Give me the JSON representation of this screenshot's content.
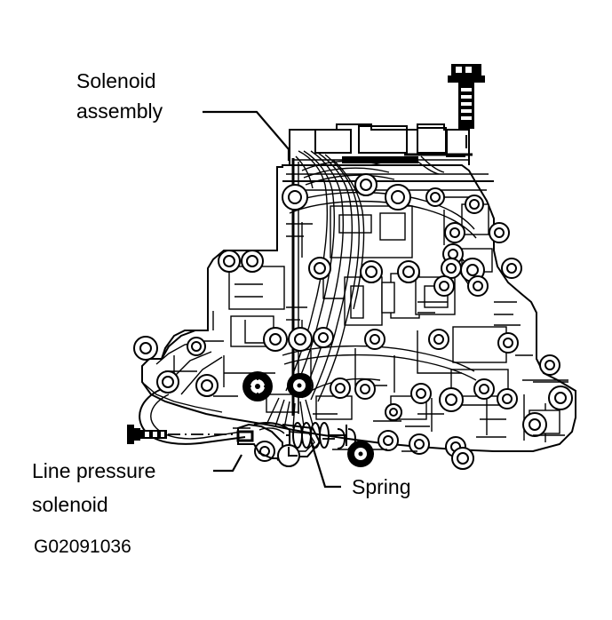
{
  "figure": {
    "type": "technical-line-drawing",
    "subject": "Automatic transmission valve body - solenoid locations",
    "background_color": "#ffffff",
    "line_color": "#000000",
    "figure_code": "G02091036"
  },
  "labels": {
    "solenoid_assembly": {
      "line1": "Solenoid",
      "line2": "assembly"
    },
    "line_pressure_solenoid": {
      "line1": "Line pressure",
      "line2": "solenoid"
    },
    "spring": "Spring"
  },
  "callouts": [
    {
      "name": "solenoid-assembly",
      "text": "Solenoid assembly",
      "points_to": "top of valve body wiring harness"
    },
    {
      "name": "line-pressure-solenoid",
      "text": "Line pressure solenoid",
      "points_to": "lower left solenoid body"
    },
    {
      "name": "spring",
      "text": "Spring",
      "points_to": "coil spring at lower center"
    }
  ],
  "components": [
    {
      "name": "bolt",
      "description": "hex flange bolt shown exploded above valve body"
    },
    {
      "name": "coil-spring",
      "description": "coil spring with 5 turns"
    },
    {
      "name": "solenoid-seal-1",
      "description": "dark filled solenoid / seal ring at center"
    },
    {
      "name": "solenoid-seal-2",
      "description": "dark filled solenoid / seal ring right of center"
    },
    {
      "name": "solenoid-seal-3",
      "description": "dark filled solenoid / seal ring at bottom"
    },
    {
      "name": "valve-body",
      "description": "main cast aluminum valve body with bolt holes and fluid passages"
    },
    {
      "name": "wiring-harness",
      "description": "bundle of solenoid harness wires routed down the valve body face"
    }
  ]
}
